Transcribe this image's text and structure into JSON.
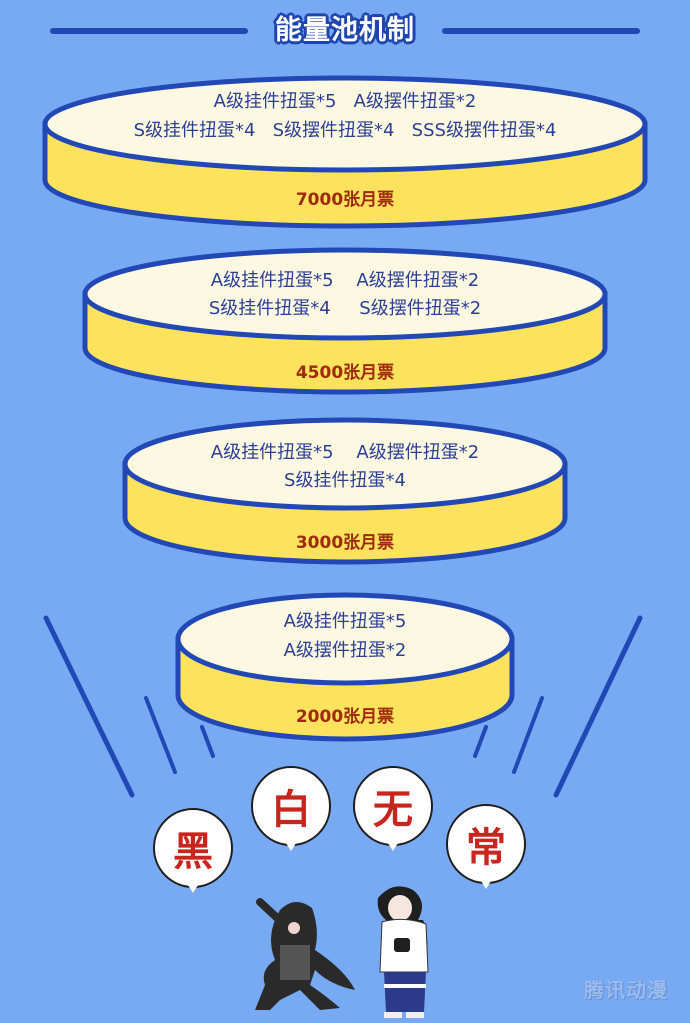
{
  "header": {
    "title": "能量池机制"
  },
  "tiers": [
    {
      "rewards_line1": "A级挂件扭蛋*5   A级摆件扭蛋*2",
      "rewards_line2": "S级挂件扭蛋*4   S级摆件扭蛋*4   SSS级摆件扭蛋*4",
      "cost": "7000张月票"
    },
    {
      "rewards_line1": "A级挂件扭蛋*5    A级摆件扭蛋*2",
      "rewards_line2": "S级挂件扭蛋*4     S级摆件扭蛋*2",
      "cost": "4500张月票"
    },
    {
      "rewards_line1": "A级挂件扭蛋*5    A级摆件扭蛋*2",
      "rewards_line2": "S级挂件扭蛋*4",
      "cost": "3000张月票"
    },
    {
      "rewards_line1": "A级挂件扭蛋*5",
      "rewards_line2": "A级摆件扭蛋*2",
      "cost": "2000张月票"
    }
  ],
  "bubbles": [
    "黑",
    "白",
    "无",
    "常"
  ],
  "watermark": "腾讯动漫",
  "colors": {
    "background": "#78aaf4",
    "outline": "#2148b4",
    "disc_top": "#fdf8e2",
    "disc_side": "#fde25e",
    "reward_text": "#2c3f96",
    "cost_text": "#a02a0e",
    "bubble_text": "#c8251e"
  }
}
